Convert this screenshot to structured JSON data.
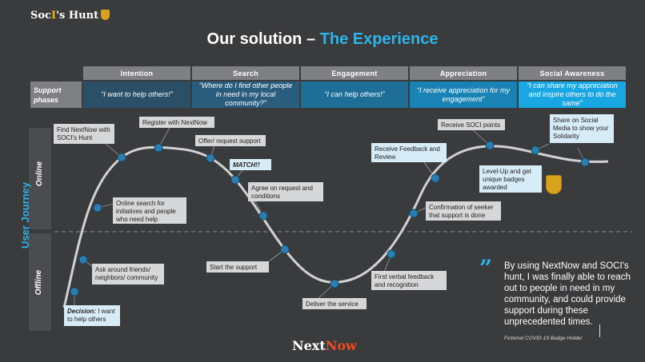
{
  "logo": {
    "pre": "Soc",
    "ci": "I",
    "post": "'s Hunt"
  },
  "title": {
    "main": "Our solution –",
    "accent": "The Experience"
  },
  "phases": {
    "row_label": "Support phases",
    "headers": [
      "Intention",
      "Search",
      "Engagement",
      "Appreciation",
      "Social Awareness"
    ],
    "cells": [
      "“I want to help others!”",
      "“Where do I find other people in need in my local community?”",
      "“I can help others!”",
      "“I receive appreciation for my engagement”",
      "“I can share my appreciation and inspire others to do the same”"
    ]
  },
  "journey": {
    "axis_label": "User Journey",
    "online": "Online",
    "offline": "Offline"
  },
  "steps": {
    "decision_bold": "Decision:",
    "decision_rest": " I want to help others",
    "ask_around": "Ask around friends/ neighbors/ community",
    "online_search": "Online search for initiatives and people who need help",
    "find_nextnow": "Find NextNow with SOCI's Hunt",
    "register": "Register with NextNow",
    "offer_request": "Offer/ request support",
    "match": "MATCH!!",
    "agree": "Agree on request and conditions",
    "start_support": "Start the support",
    "deliver": "Deliver the service",
    "first_feedback": "First verbal feedback and recognition",
    "confirmation": "Confirmation of seeker that support is done",
    "receive_feedback": "Receive Feedback and Review",
    "receive_points": "Receive SOCI points",
    "level_up": "Level-Up and get unique badges awarded",
    "share": "Share on Social Media to show your Solidarity"
  },
  "quote": {
    "text": "By using NextNow and SOCI's hunt, I was finally able to reach out to people in need in my community, and could provide support during these unprecedented times.",
    "source": "Fictional COVID-19 Badge Holder"
  },
  "footer": {
    "next": "Next",
    "now": "Now"
  },
  "colors": {
    "accent": "#2bb5ea",
    "node": "#2a7fb0",
    "background": "#3a3b3d",
    "brand_red": "#f04a23",
    "badge_gold": "#d9a21c"
  }
}
